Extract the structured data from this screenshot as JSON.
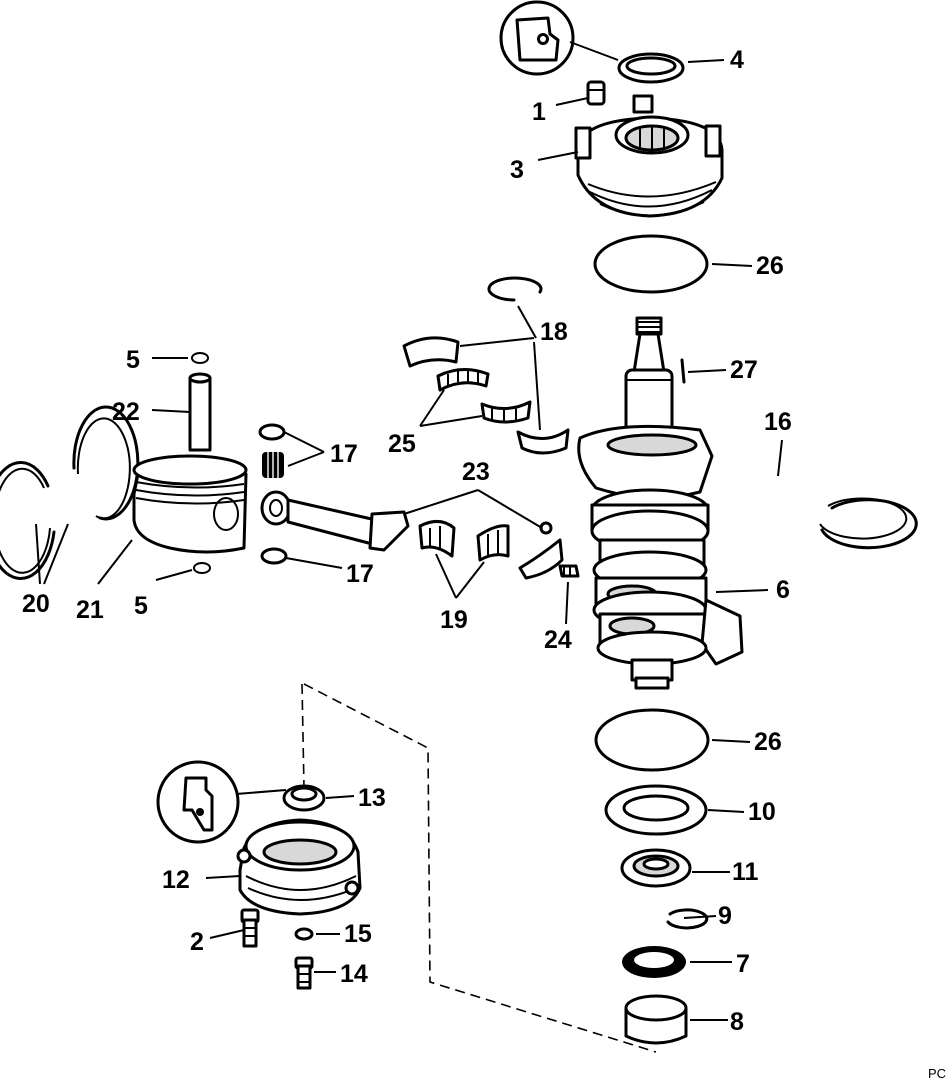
{
  "diagram": {
    "corner_code": "PC",
    "callouts": {
      "c1": "1",
      "c2": "2",
      "c3": "3",
      "c4": "4",
      "c5a": "5",
      "c5b": "5",
      "c6": "6",
      "c7": "7",
      "c8": "8",
      "c9": "9",
      "c10": "10",
      "c11": "11",
      "c12": "12",
      "c13": "13",
      "c14": "14",
      "c15": "15",
      "c16": "16",
      "c17a": "17",
      "c17b": "17",
      "c18": "18",
      "c19": "19",
      "c20": "20",
      "c21": "21",
      "c22": "22",
      "c23": "23",
      "c24": "24",
      "c25": "25",
      "c26a": "26",
      "c26b": "26",
      "c27": "27"
    }
  }
}
